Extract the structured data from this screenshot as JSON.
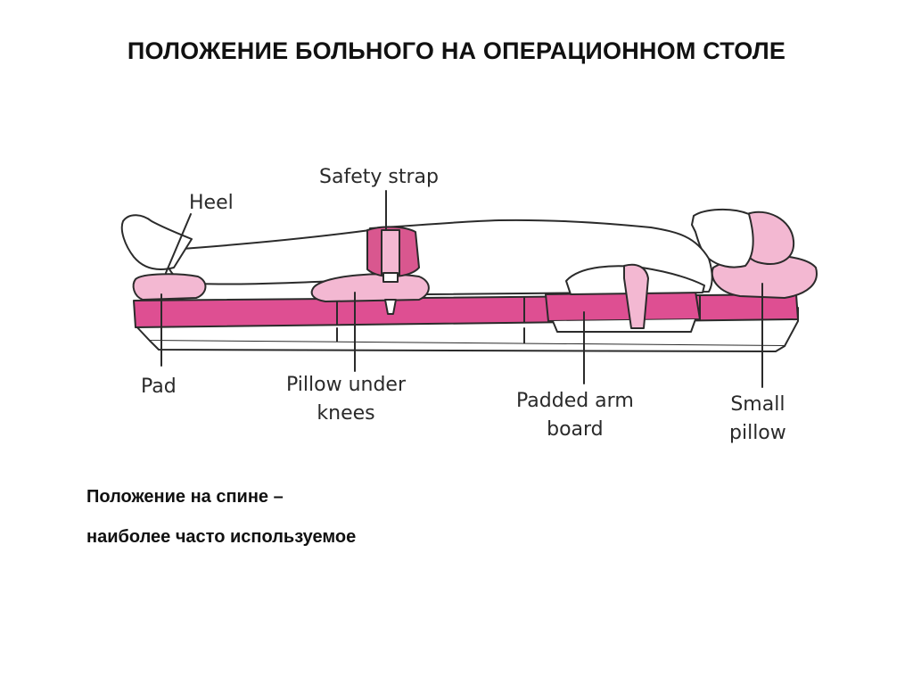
{
  "slide": {
    "title": "ПОЛОЖЕНИЕ БОЛЬНОГО НА ОПЕРАЦИОННОМ СТОЛЕ",
    "caption_line1": "Положение на спине –",
    "caption_line2": "наиболее часто используемое"
  },
  "labels": {
    "heel": "Heel",
    "safety_strap": "Safety strap",
    "pad": "Pad",
    "pillow_under_knees_1": "Pillow under",
    "pillow_under_knees_2": "knees",
    "padded_arm_board_1": "Padded arm",
    "padded_arm_board_2": "board",
    "small_pillow_1": "Small",
    "small_pillow_2": "pillow"
  },
  "colors": {
    "table_pink": "#de4f92",
    "pad_pink": "#f3b8d2",
    "strap_pink": "#d9578f",
    "outline": "#2b2b2b"
  }
}
